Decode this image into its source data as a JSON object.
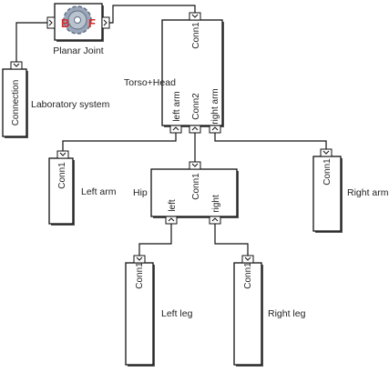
{
  "blocks": {
    "planar_joint": {
      "label": "Planar Joint",
      "base_letter": "B",
      "follower_letter": "F"
    },
    "connection": {
      "port_label": "Connection",
      "label": "Laboratory system"
    },
    "torso_head": {
      "label": "Torso+Head",
      "ports": [
        "Conn1",
        "left arm",
        "Conn2",
        "right arm"
      ]
    },
    "left_arm": {
      "port_label": "Conn1",
      "label": "Left arm"
    },
    "hip": {
      "label": "Hip",
      "ports": [
        "Conn1",
        "left",
        "right"
      ]
    },
    "right_arm": {
      "port_label": "Conn1",
      "label": "Right arm"
    },
    "left_leg": {
      "port_label": "Conn1",
      "label": "Left leg"
    },
    "right_leg": {
      "port_label": "Conn1",
      "label": "Right leg"
    }
  },
  "colors": {
    "joint_letter": "#d62a2a",
    "gear": "#9aa7b8",
    "gear_dark": "#5f6d82",
    "block_border": "#111111"
  }
}
